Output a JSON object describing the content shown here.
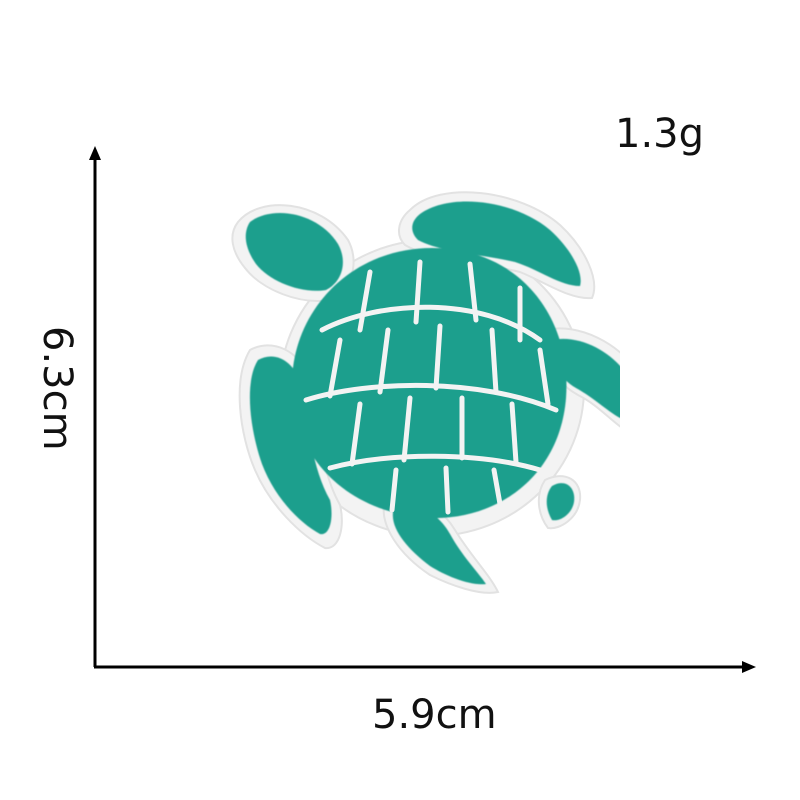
{
  "labels": {
    "weight": "1.3g",
    "width": "5.9cm",
    "height": "6.3cm"
  },
  "product": {
    "image": "sea-turtle-embroidered-patch",
    "thread_color": "#1a9e8c",
    "backing_color": "#f4f4f4"
  }
}
